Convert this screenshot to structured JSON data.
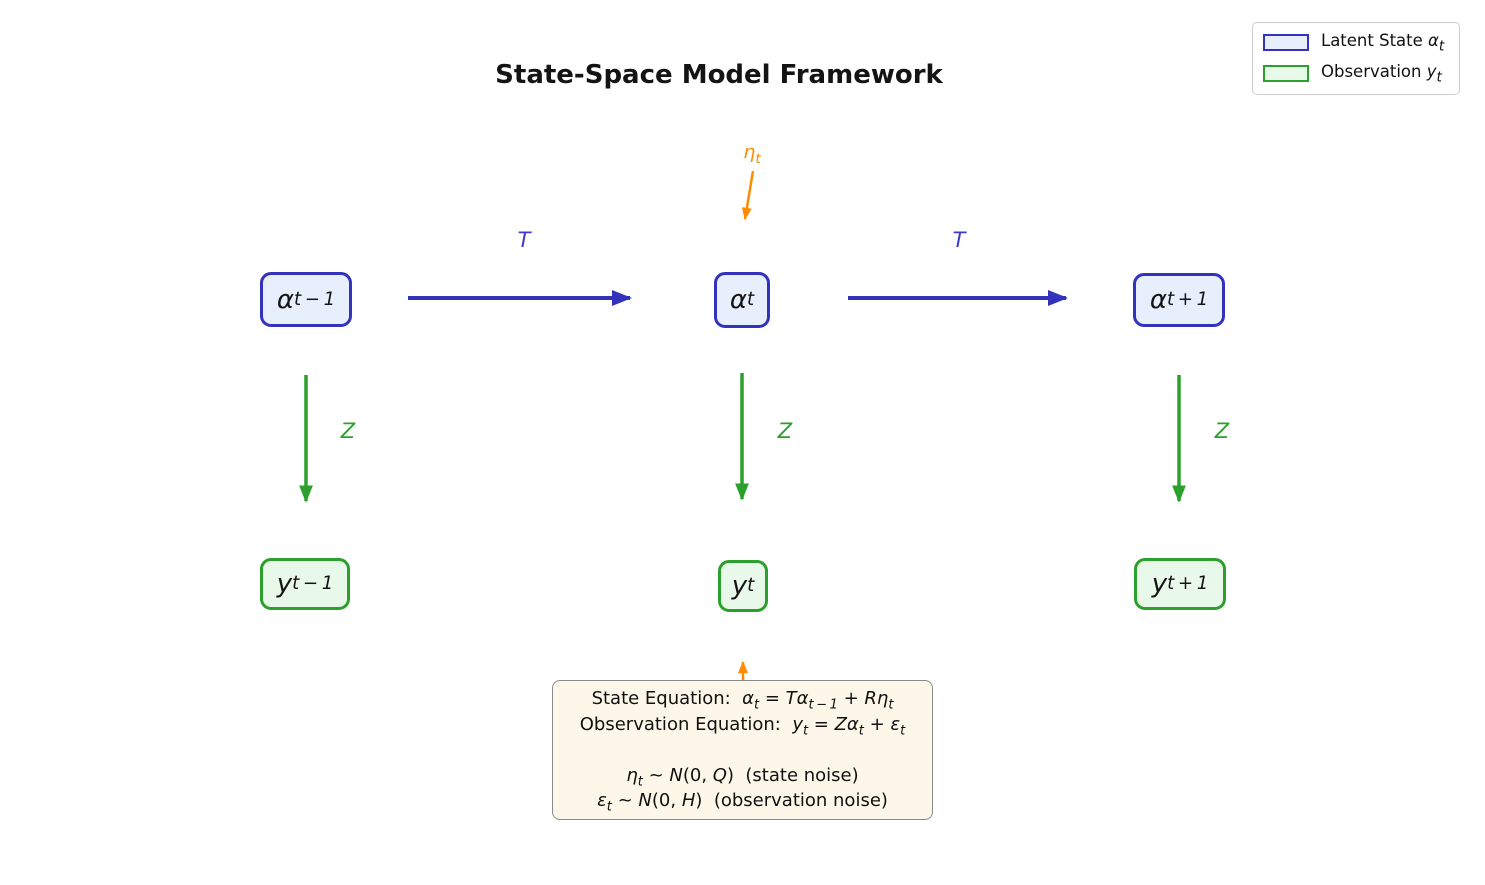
{
  "title": "State-Space Model Framework",
  "legend": {
    "items": [
      {
        "name": "latent-state",
        "label": "Latent State <i>α<sub>t</sub></i>",
        "fill": "#e6effb",
        "border": "#3232bd"
      },
      {
        "name": "observation",
        "label": "Observation <i>y<sub>t</sub></i>",
        "fill": "#e9f9e9",
        "border": "#2ca02c"
      }
    ]
  },
  "nodes": {
    "alpha_prev": "α<sub>t − 1</sub>",
    "alpha_t": "α<sub>t</sub>",
    "alpha_next": "α<sub>t + 1</sub>",
    "y_prev": "y<sub>t − 1</sub>",
    "y_t": "y<sub>t</sub>",
    "y_next": "y<sub>t + 1</sub>"
  },
  "edges": {
    "transition_label": "T",
    "observation_label": "Z",
    "state_noise_label": "η<sub>t</sub>"
  },
  "equation_box": {
    "lines": [
      "State Equation:&nbsp; <i>α<sub>t</sub></i> = <i>Tα<sub>t − 1</sub></i> + <i>Rη<sub>t</sub></i>",
      "Observation Equation:&nbsp; <i>y<sub>t</sub></i> = <i>Zα<sub>t</sub></i> + <i>ε<sub>t</sub></i>",
      "",
      "<i>η<sub>t</sub></i> ~ <i>N</i>(0, <i>Q</i>)&nbsp; (state noise)",
      "<i>ε<sub>t</sub></i> ~ <i>N</i>(0, <i>H</i>)&nbsp; (observation noise)"
    ]
  },
  "colors": {
    "latent_border": "#3232bd",
    "latent_fill": "#e6effb",
    "observation_border": "#2ca02c",
    "observation_fill": "#e9f9e9",
    "transition_arrow": "#3232bb",
    "observation_arrow": "#2ca02c",
    "noise_arrow": "#ff8c00",
    "equation_box_fill": "#fcf7e8",
    "equation_box_border": "#8a8a8a"
  }
}
